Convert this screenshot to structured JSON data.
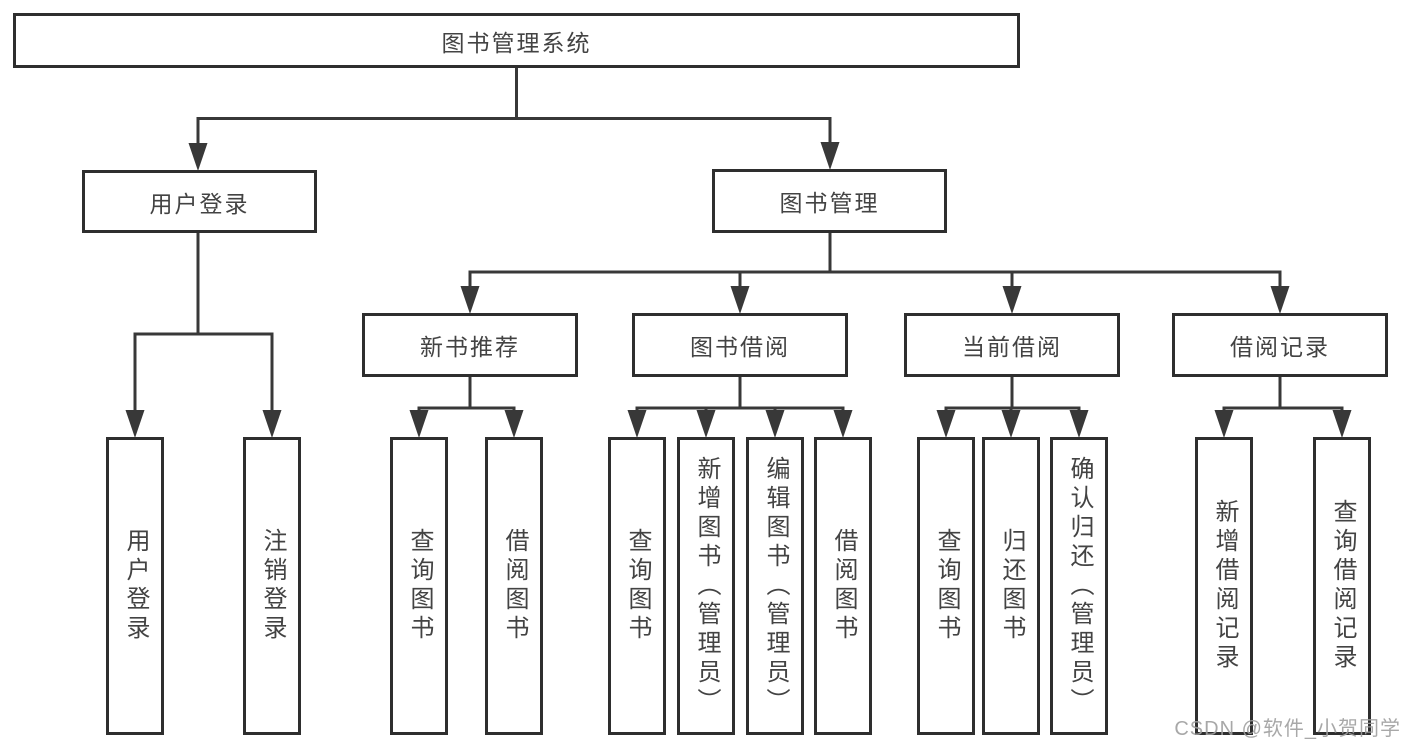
{
  "tree": {
    "label": "图书管理系统",
    "children": [
      {
        "label": "用户登录",
        "children": [
          {
            "label": "用户登录"
          },
          {
            "label": "注销登录"
          }
        ]
      },
      {
        "label": "图书管理",
        "children": [
          {
            "label": "新书推荐",
            "children": [
              {
                "label": "查询图书"
              },
              {
                "label": "借阅图书"
              }
            ]
          },
          {
            "label": "图书借阅",
            "children": [
              {
                "label": "查询图书"
              },
              {
                "label": "新增图书（管理员）"
              },
              {
                "label": "编辑图书（管理员）"
              },
              {
                "label": "借阅图书"
              }
            ]
          },
          {
            "label": "当前借阅",
            "children": [
              {
                "label": "查询图书"
              },
              {
                "label": "归还图书"
              },
              {
                "label": "确认归还（管理员）"
              }
            ]
          },
          {
            "label": "借阅记录",
            "children": [
              {
                "label": "新增借阅记录"
              },
              {
                "label": "查询借阅记录"
              }
            ]
          }
        ]
      }
    ]
  },
  "watermark": {
    "text": "CSDN @软件_小贺同学"
  },
  "colors": {
    "line": "#383838",
    "box_border": "#2e2e2e",
    "text": "#434343",
    "watermark": "#9e9e9e",
    "background": "#ffffff"
  }
}
